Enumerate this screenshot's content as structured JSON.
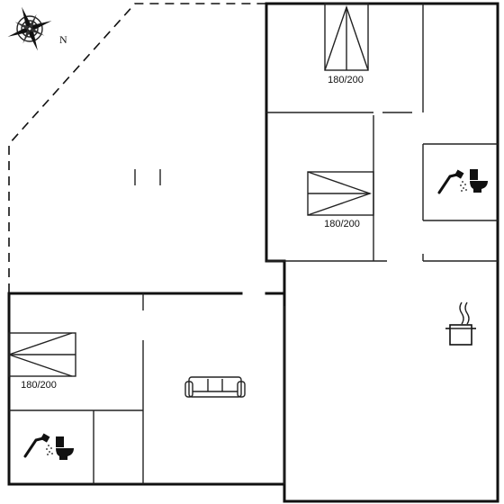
{
  "compass": {
    "north_label": "N",
    "icon": "compass-rose-icon"
  },
  "rooms": {
    "bedroom_top": {
      "bed_label": "180/200",
      "icon": "double-bed-icon"
    },
    "bedroom_middle": {
      "bed_label": "180/200",
      "icon": "double-bed-icon"
    },
    "bedroom_bottom_left": {
      "bed_label": "180/200",
      "icon": "double-bed-icon"
    },
    "bathroom_right": {
      "icons": [
        "shower-icon",
        "toilet-icon"
      ]
    },
    "bathroom_left": {
      "icons": [
        "shower-icon",
        "toilet-icon"
      ]
    },
    "living_room": {
      "icon": "sofa-icon"
    },
    "kitchen": {
      "icon": "cooking-pot-icon"
    }
  }
}
